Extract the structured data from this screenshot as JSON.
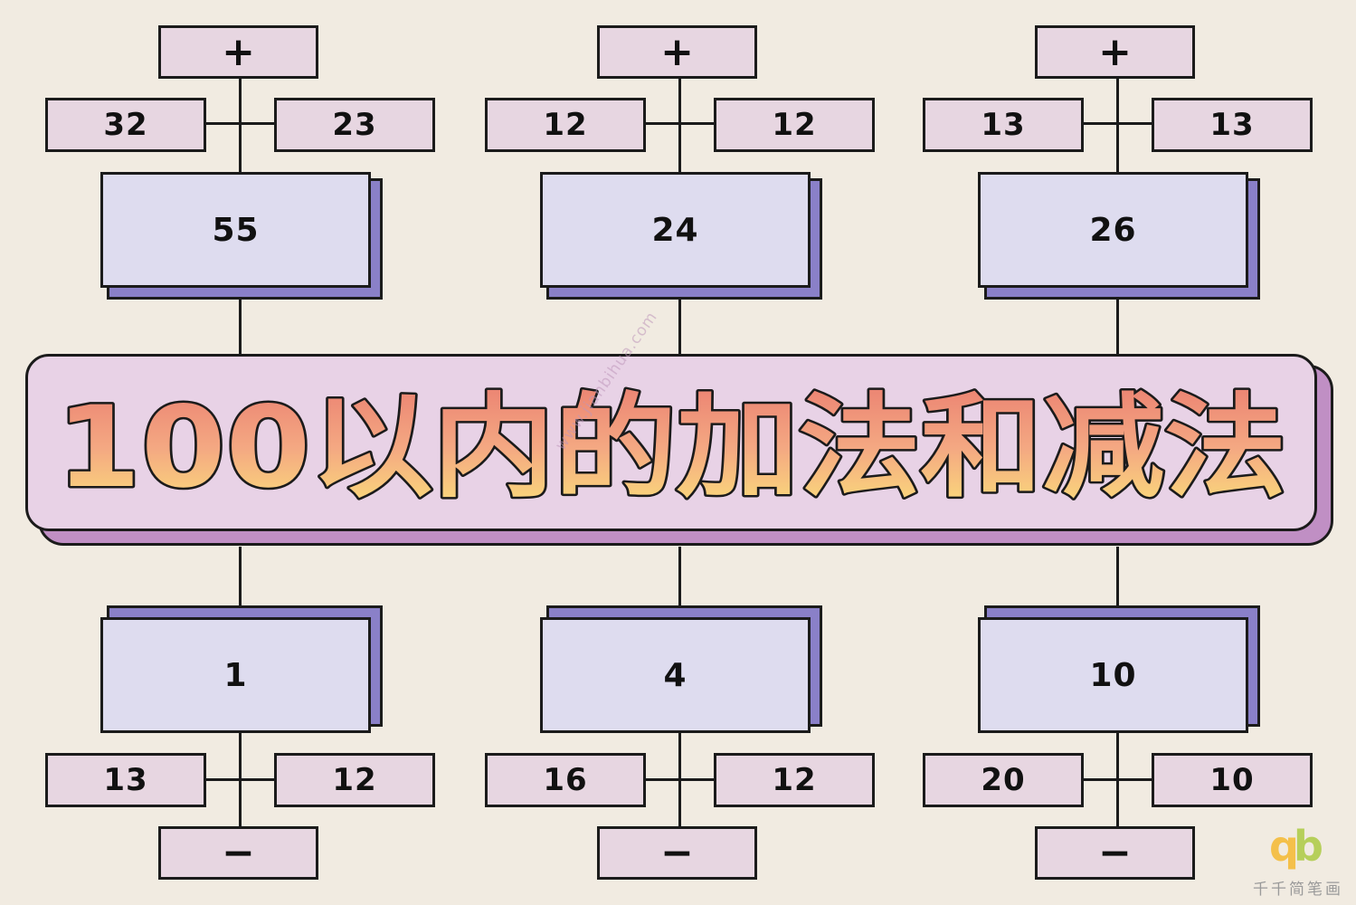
{
  "title": "100以内的加法和减法",
  "watermark": "www.jianbihua.com",
  "logo": {
    "mark_a": "q",
    "mark_b": "b",
    "text": "千千简笔画"
  },
  "colors": {
    "background": "#f1ebe1",
    "operand_box": "#e7d6e1",
    "result_box": "#dedcef",
    "result_shadow": "#8a80c8",
    "banner": "#e8d2e6",
    "banner_shadow": "#c08fc4",
    "title_gradient_top": "#eb8272",
    "title_gradient_bottom": "#fbe07a"
  },
  "addition": [
    {
      "operator": "+",
      "left": "32",
      "right": "23",
      "result": "55"
    },
    {
      "operator": "+",
      "left": "12",
      "right": "12",
      "result": "24"
    },
    {
      "operator": "+",
      "left": "13",
      "right": "13",
      "result": "26"
    }
  ],
  "subtraction": [
    {
      "operator": "−",
      "left": "13",
      "right": "12",
      "result": "1"
    },
    {
      "operator": "−",
      "left": "16",
      "right": "12",
      "result": "4"
    },
    {
      "operator": "−",
      "left": "20",
      "right": "10",
      "result": "10"
    }
  ]
}
